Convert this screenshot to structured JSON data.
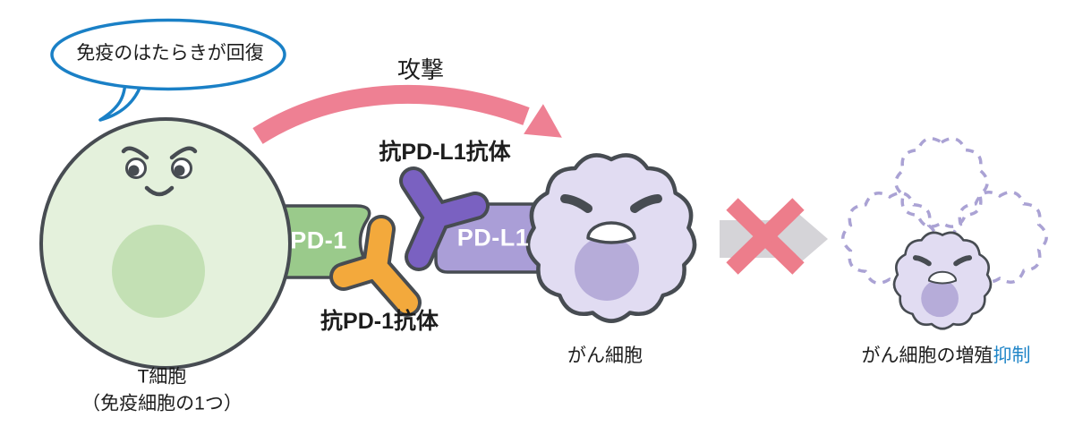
{
  "speech_bubble": {
    "text": "免疫のはたらきが回復"
  },
  "attack_arrow": {
    "label": "攻撃"
  },
  "t_cell": {
    "label_line1": "T細胞",
    "label_line2": "（免疫細胞の1つ）",
    "receptor_label": "PD-1",
    "antibody_label": "抗PD-1抗体"
  },
  "cancer_cell": {
    "label": "がん細胞",
    "ligand_label": "PD-L1",
    "antibody_label": "抗PD-L1抗体"
  },
  "suppression": {
    "label_black": "がん細胞の増殖",
    "label_blue": "抑制"
  },
  "colors": {
    "outline": "#474c52",
    "bubble_stroke": "#1a80c6",
    "attack_pink": "#ee8093",
    "cross_pink": "#ed7d8b",
    "blocked_arrow_gray": "#d5d4d8",
    "t_cell_body": "#e4f1dc",
    "t_cell_nucleus": "#c3e0b4",
    "pd1_tab_green": "#9aca8b",
    "anti_pd1_orange": "#f3a93c",
    "anti_pdl1_purple": "#7a61c1",
    "pdl1_tab_purple": "#aa9ed7",
    "cancer_body": "#e1dcf2",
    "cancer_nucleus": "#b6acd9",
    "dashed_cell_purple": "#aaa2d4",
    "suppress_text_blue": "#2186c8"
  }
}
